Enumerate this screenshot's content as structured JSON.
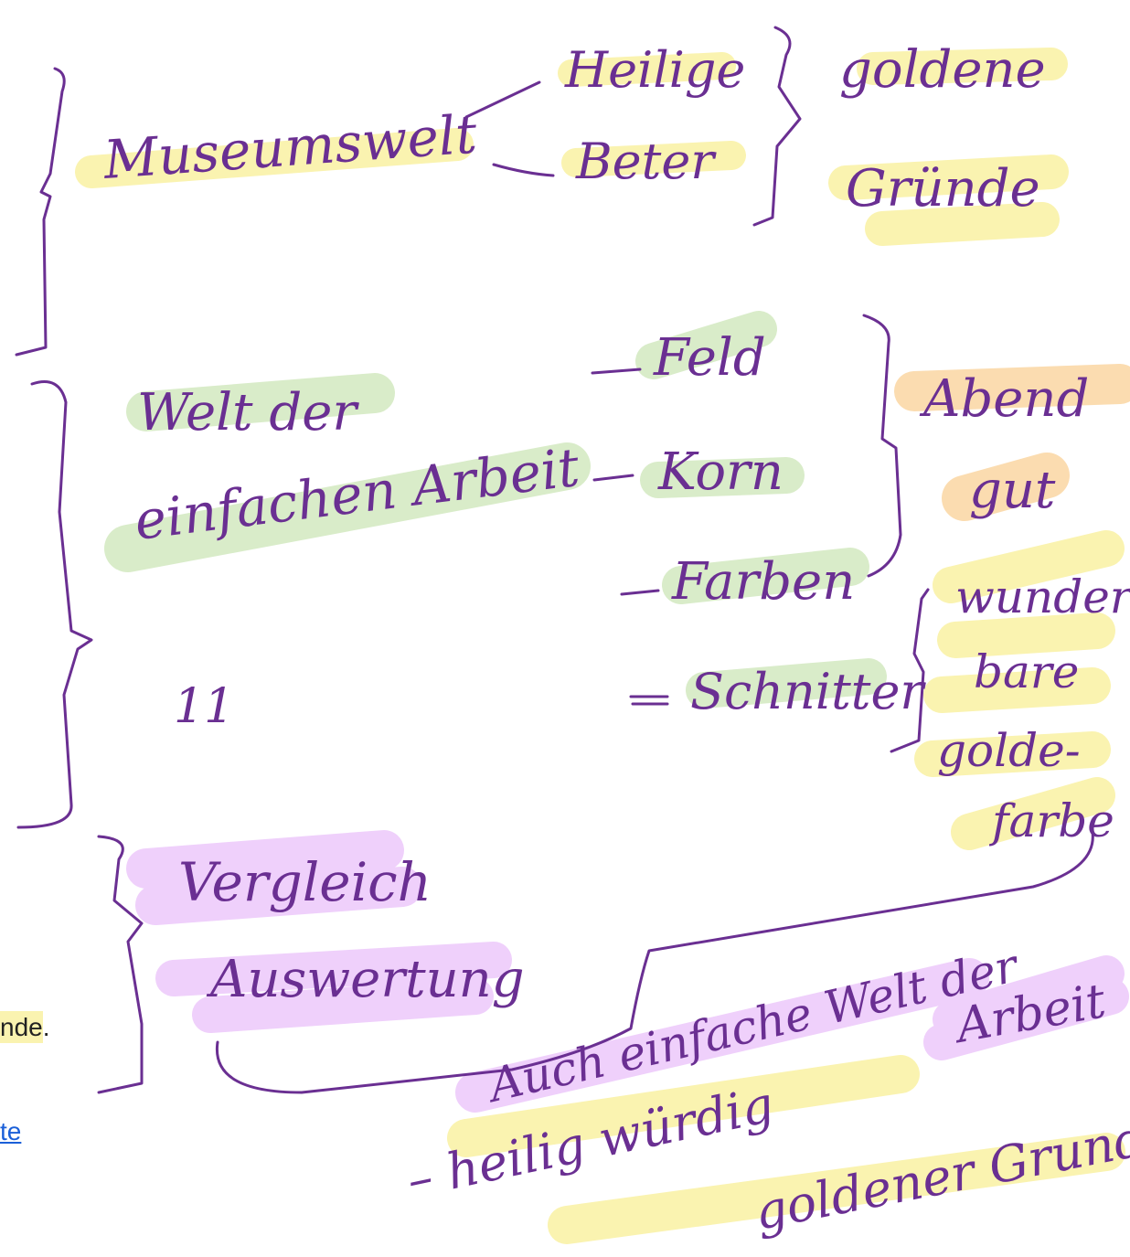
{
  "document": {
    "partial_word_suffix": "nde",
    "partial_word_punct": ".",
    "partial_link_text": "te"
  },
  "handwriting": {
    "museumswelt": "Museumswelt",
    "heilige": "Heilige",
    "beter": "Beter",
    "goldene": "goldene",
    "gruende": "Gründe",
    "welt_der": "Welt der",
    "einfachen_arbeit": "einfachen Arbeit",
    "feld": "Feld",
    "korn": "Korn",
    "farben": "Farben",
    "schnitter": "Schnitter",
    "abend": "Abend",
    "gut": "gut",
    "wunder": "wunder-",
    "bare": "bare",
    "golde": "golde-",
    "farbe": "farbe",
    "ditto": "11",
    "vergleich": "Vergleich",
    "auswertung": "Auswertung",
    "auch_einfache_welt_der": "Auch einfache Welt der",
    "arbeit": "Arbeit",
    "heilig_wuerdig": "– heilig würdig",
    "goldener_grund": "goldener Grund"
  },
  "colors": {
    "ink": "#6a2f92",
    "highlight_yellow": "#faf3b0",
    "highlight_green": "#d9ecc9",
    "highlight_orange": "#fbdcb0",
    "highlight_pink": "#efd0fb",
    "link": "#1a5fd8"
  }
}
